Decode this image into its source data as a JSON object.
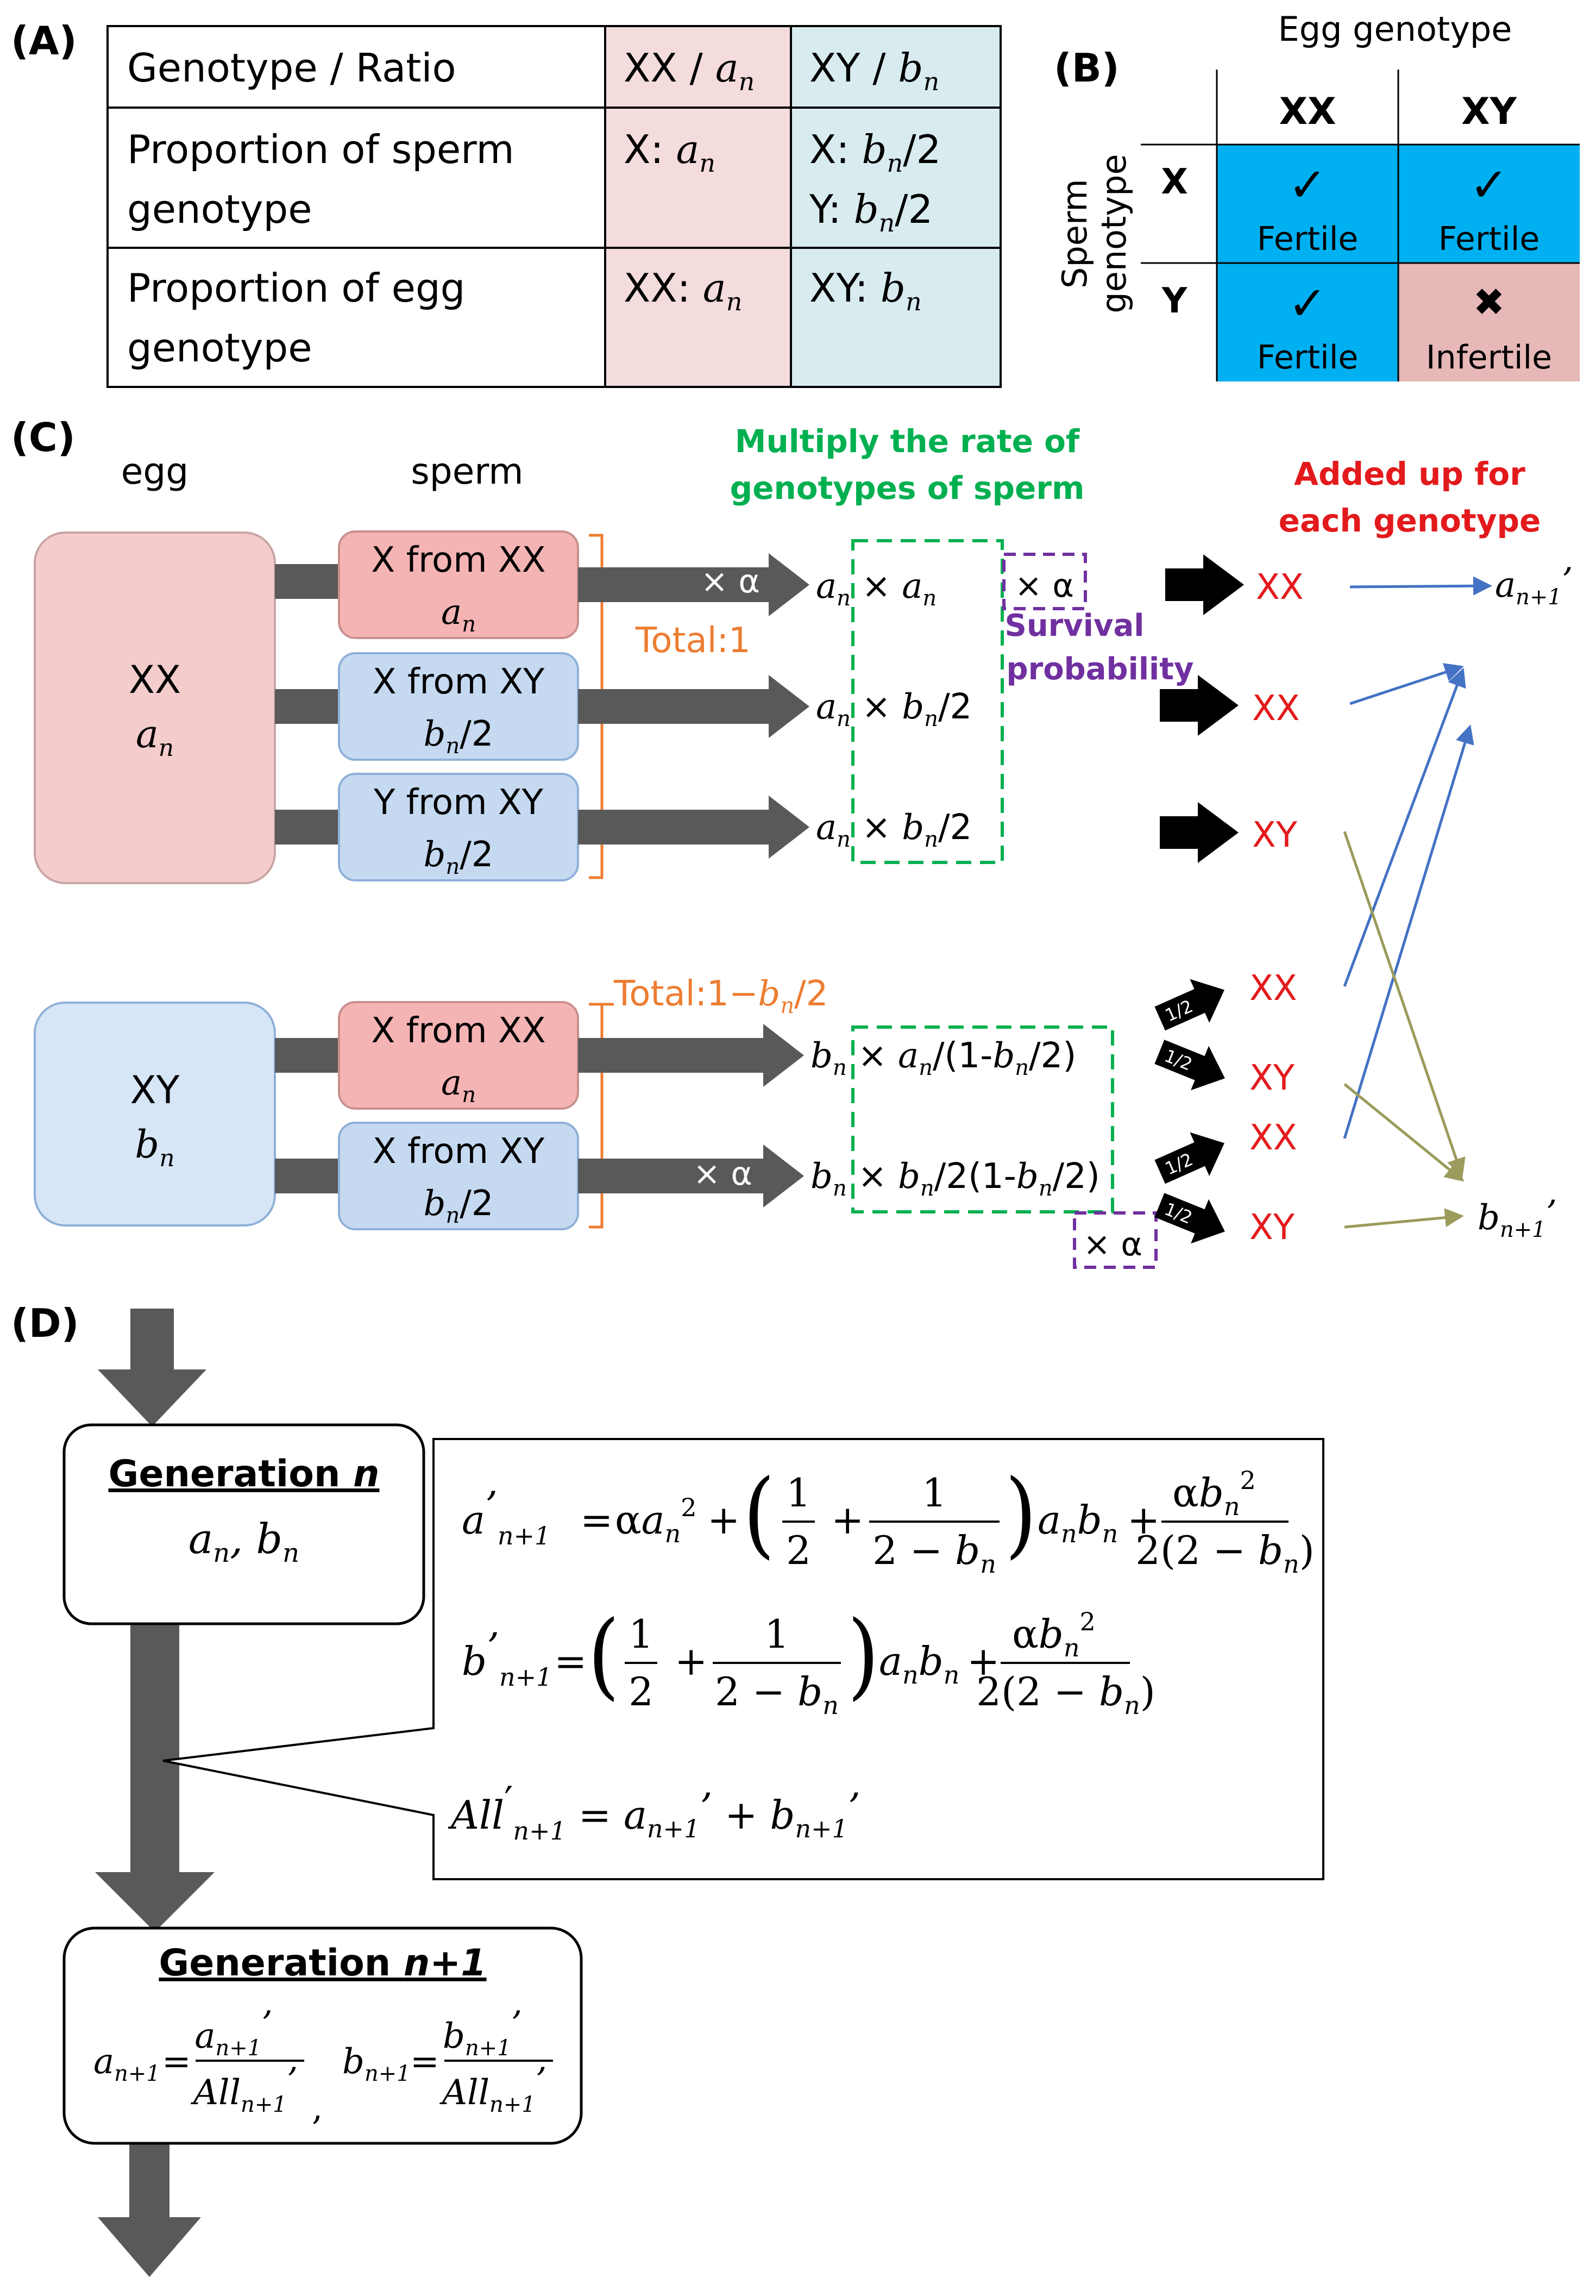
{
  "panel_labels": {
    "a": "(A)",
    "b": "(B)",
    "c": "(C)",
    "d": "(D)"
  },
  "colors": {
    "red_fill": "#f4cccc",
    "red_stroke": "#c9a5a5",
    "blue_fill": "#d8ecf0",
    "cyan": "#00b0f0",
    "infertile": "#e6b8b7",
    "orange": "#ed7d31",
    "green": "#00b050",
    "purple": "#7030a0",
    "red_text": "#e31a1c",
    "arrow_blue": "#4472c4",
    "arrow_olive": "#9b9b5b",
    "dark_arrow": "#595959"
  },
  "table_a": {
    "header": [
      "Genotype / Ratio",
      "XX / ",
      "a",
      "n",
      "XY / ",
      "b",
      "n"
    ],
    "row1_label": [
      "Proportion of  sperm",
      "genotype"
    ],
    "row1_c1": [
      "X: ",
      "a",
      "n"
    ],
    "row1_c2a": [
      "X: ",
      "b",
      "n",
      "/2"
    ],
    "row1_c2b": [
      "Y: ",
      "b",
      "n",
      "/2"
    ],
    "row2_label": [
      "Proportion of egg",
      "genotype"
    ],
    "row2_c1": [
      "XX: ",
      "a",
      "n"
    ],
    "row2_c2": [
      "XY: ",
      "b",
      "n"
    ]
  },
  "table_b": {
    "egg_title": "Egg genotype",
    "sperm_title": [
      "Sperm",
      "genotype"
    ],
    "col_xx": "XX",
    "col_xy": "XY",
    "row_x": "X",
    "row_y": "Y",
    "check": "✓",
    "cross": "✖",
    "fertile": "Fertile",
    "infertile": "Infertile"
  },
  "panel_c": {
    "col_egg": "egg",
    "col_sperm": "sperm",
    "green_title": [
      "Multiply the rate of",
      "genotypes of sperm"
    ],
    "red_title": [
      "Added up for",
      "each genotype"
    ],
    "egg_xx": [
      "XX",
      "a",
      "n"
    ],
    "egg_xy": [
      "XY",
      "b",
      "n"
    ],
    "sp_x_from_xx": [
      "X from XX",
      "a",
      "n"
    ],
    "sp_x_from_xy": [
      "X from XY",
      "b",
      "n",
      "/2"
    ],
    "sp_y_from_xy": [
      "Y from XY",
      "b",
      "n",
      "/2"
    ],
    "total1": "Total:1",
    "total2": [
      "Total:1−",
      "b",
      "n",
      "/2"
    ],
    "times_alpha": "× α",
    "survival": [
      "Survival",
      "probability"
    ],
    "half": "1/2",
    "prod1": [
      "a",
      "n",
      " × ",
      "a",
      "n"
    ],
    "prod2": [
      "a",
      "n",
      " × ",
      "b",
      "n",
      "/2"
    ],
    "prod3": [
      "a",
      "n",
      " × ",
      "b",
      "n",
      "/2"
    ],
    "prod4": [
      "b",
      "n",
      " × ",
      "a",
      "n",
      "/(1-",
      "b",
      "n",
      "/2)"
    ],
    "prod5": [
      "b",
      "n",
      " × ",
      "b",
      "n",
      "/2(1-",
      "b",
      "n",
      "/2)"
    ],
    "res": [
      "XX",
      "XX",
      "XY",
      "XX",
      "XY",
      "XX",
      "XY"
    ],
    "a_next": [
      "a",
      "n+1",
      "’"
    ],
    "b_next": [
      "b",
      "n+1",
      "’"
    ]
  },
  "panel_d": {
    "gen_n_title": [
      "Generation ",
      "n"
    ],
    "gen_n_vars": [
      "a",
      "n",
      ", ",
      "b",
      "n"
    ],
    "gen_n1_title": [
      "Generation ",
      "n+1"
    ],
    "alpha": "α",
    "all": "All"
  }
}
